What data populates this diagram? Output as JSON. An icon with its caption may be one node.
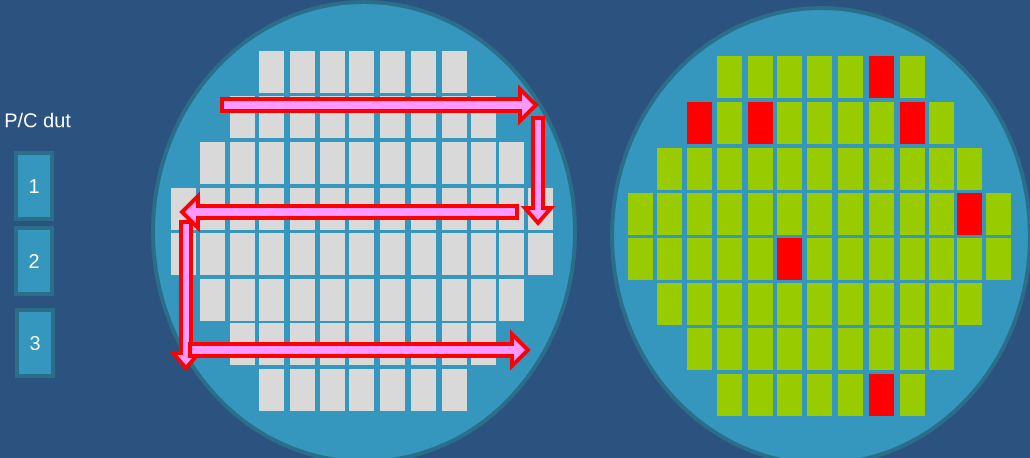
{
  "diagram": {
    "nodes": [
      {
        "text": [
          "1"
        ]
      },
      {
        "text": [
          "2"
        ]
      },
      {
        "text": [
          "3"
        ]
      }
    ],
    "labels": [
      "P/C dut"
    ]
  }
}
